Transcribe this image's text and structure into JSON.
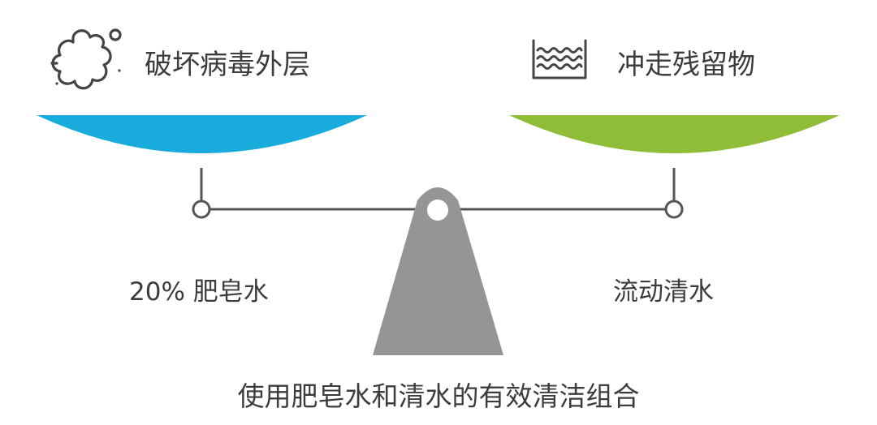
{
  "left_side": {
    "heading": "破坏病毒外层",
    "icon": "virus-splat-icon",
    "pan_color": "#1aabdd",
    "label": "20% 肥皂水"
  },
  "right_side": {
    "heading": "冲走残留物",
    "icon": "water-basin-icon",
    "pan_color": "#8fbd38",
    "label": "流动清水"
  },
  "fulcrum_color": "#959595",
  "beam_color": "#555555",
  "caption": "使用肥皂水和清水的有效清洁组合"
}
